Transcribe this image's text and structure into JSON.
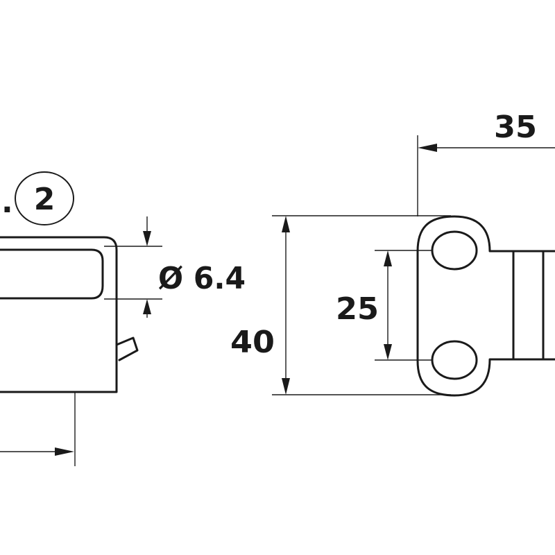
{
  "drawing": {
    "callout_prefix": ".",
    "callout_number": "2",
    "hole_diameter_label": "Ø 6.4",
    "height_label": "40",
    "hole_spacing_label": "25",
    "width_label": "35"
  }
}
